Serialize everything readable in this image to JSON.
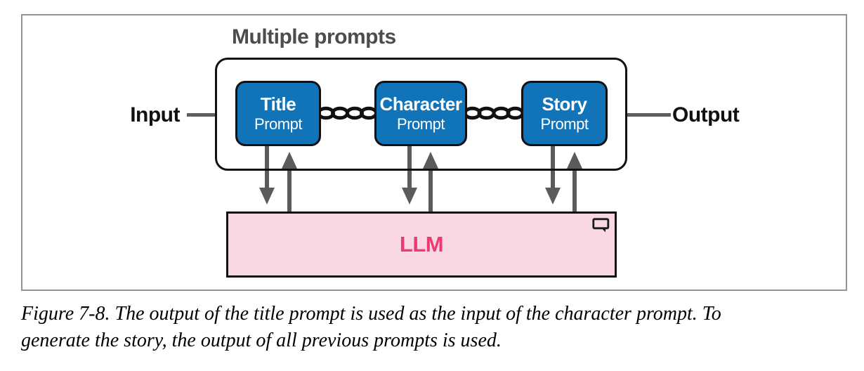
{
  "diagram": {
    "group_label": "Multiple prompts",
    "input_label": "Input",
    "output_label": "Output",
    "llm_label": "LLM",
    "prompt_boxes": [
      {
        "title": "Title",
        "subtitle": "Prompt"
      },
      {
        "title": "Character",
        "subtitle": "Prompt"
      },
      {
        "title": "Story",
        "subtitle": "Prompt"
      }
    ],
    "icons": {
      "chain": "chain-link-icon",
      "llm": "speech-bubble-icon"
    }
  },
  "caption": {
    "line1": "Figure 7-8. The output of the title prompt is used as the input of the character prompt. To",
    "line2": "generate the story, the output of all previous prompts is used."
  },
  "colors": {
    "prompt_box_fill": "#1173b8",
    "prompt_box_text": "#ffffff",
    "llm_fill": "#f9d8e3",
    "llm_text": "#ee3a70",
    "arrow_gray": "#5b5b5b",
    "group_label_text": "#4c4c4c",
    "frame_border": "#949494",
    "outline_black": "#111111"
  }
}
